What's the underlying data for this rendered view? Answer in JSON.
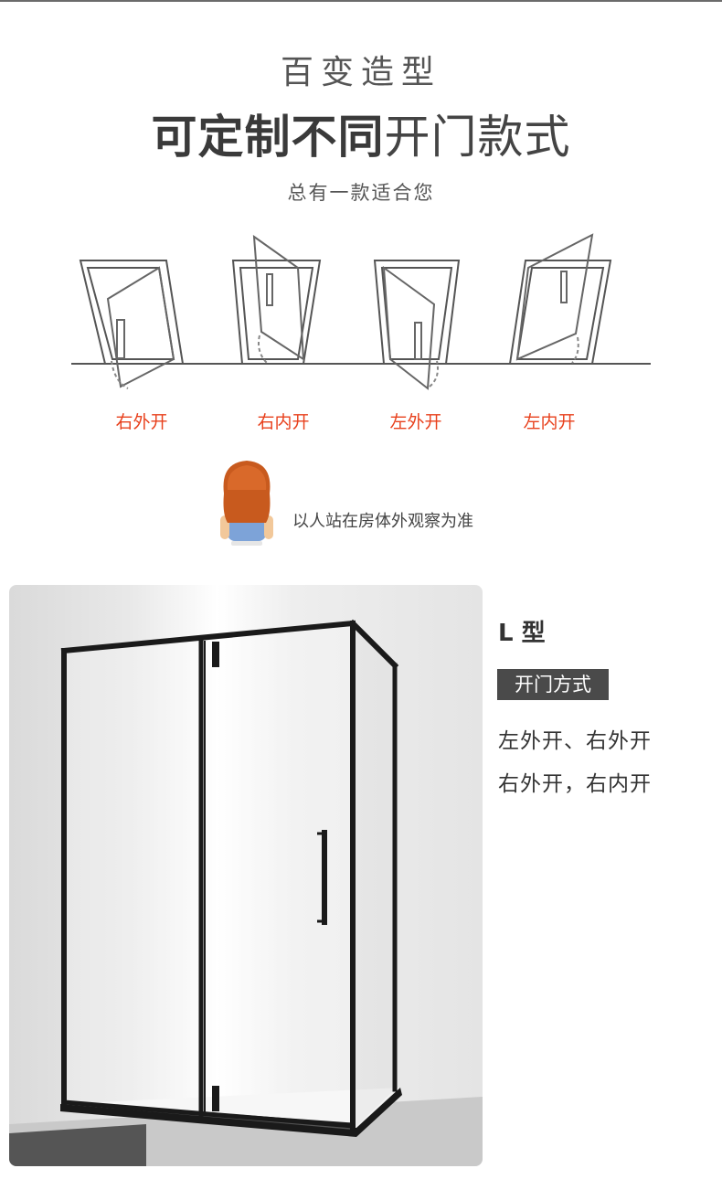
{
  "header": {
    "title_small": "百变造型",
    "title_bold": "可定制不同",
    "title_light": "开门款式",
    "subtitle": "总有一款适合您"
  },
  "door_types": [
    {
      "label": "右外开"
    },
    {
      "label": "右内开"
    },
    {
      "label": "左外开"
    },
    {
      "label": "左内开"
    }
  ],
  "observer_note": "以人站在房体外观察为准",
  "product": {
    "type_title": "L 型",
    "mode_tag": "开门方式",
    "modes": [
      "左外开、右外开",
      "右外开，右内开"
    ]
  },
  "colors": {
    "label_accent": "#e8401c",
    "tag_bg": "#4a4a4a",
    "frame": "#1a1a1a"
  },
  "icons": [
    "door-outward-right-icon",
    "door-inward-right-icon",
    "door-outward-left-icon",
    "door-inward-left-icon",
    "person-back-icon"
  ]
}
